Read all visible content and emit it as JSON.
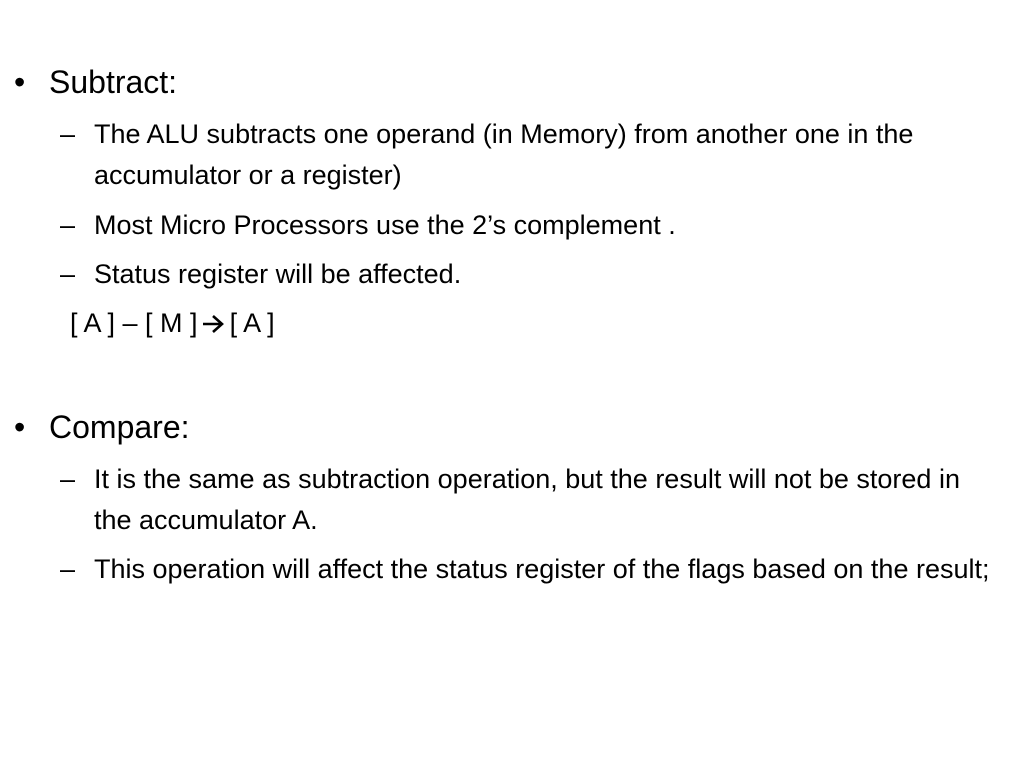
{
  "slide": {
    "sections": [
      {
        "bullet": "•",
        "heading": "Subtract:",
        "points": [
          {
            "dash": "–",
            "text": "The ALU subtracts one operand (in Memory) from another one in the accumulator or a register)"
          },
          {
            "dash": "–",
            "text": "Most Micro Processors use the 2’s complement ."
          },
          {
            "dash": "–",
            "text": "Status register will be affected."
          }
        ],
        "formula": {
          "left": "[ A ] – [ M ]",
          "arrow_icon": "right-arrow-icon",
          "right": "[ A ]"
        }
      },
      {
        "bullet": "•",
        "heading": "Compare:",
        "points": [
          {
            "dash": "–",
            "text": "It is the same as subtraction operation, but the result will not be stored in the accumulator A."
          },
          {
            "dash": "–",
            "text": "This operation will affect the status register of the flags based on the result;"
          }
        ]
      }
    ]
  }
}
